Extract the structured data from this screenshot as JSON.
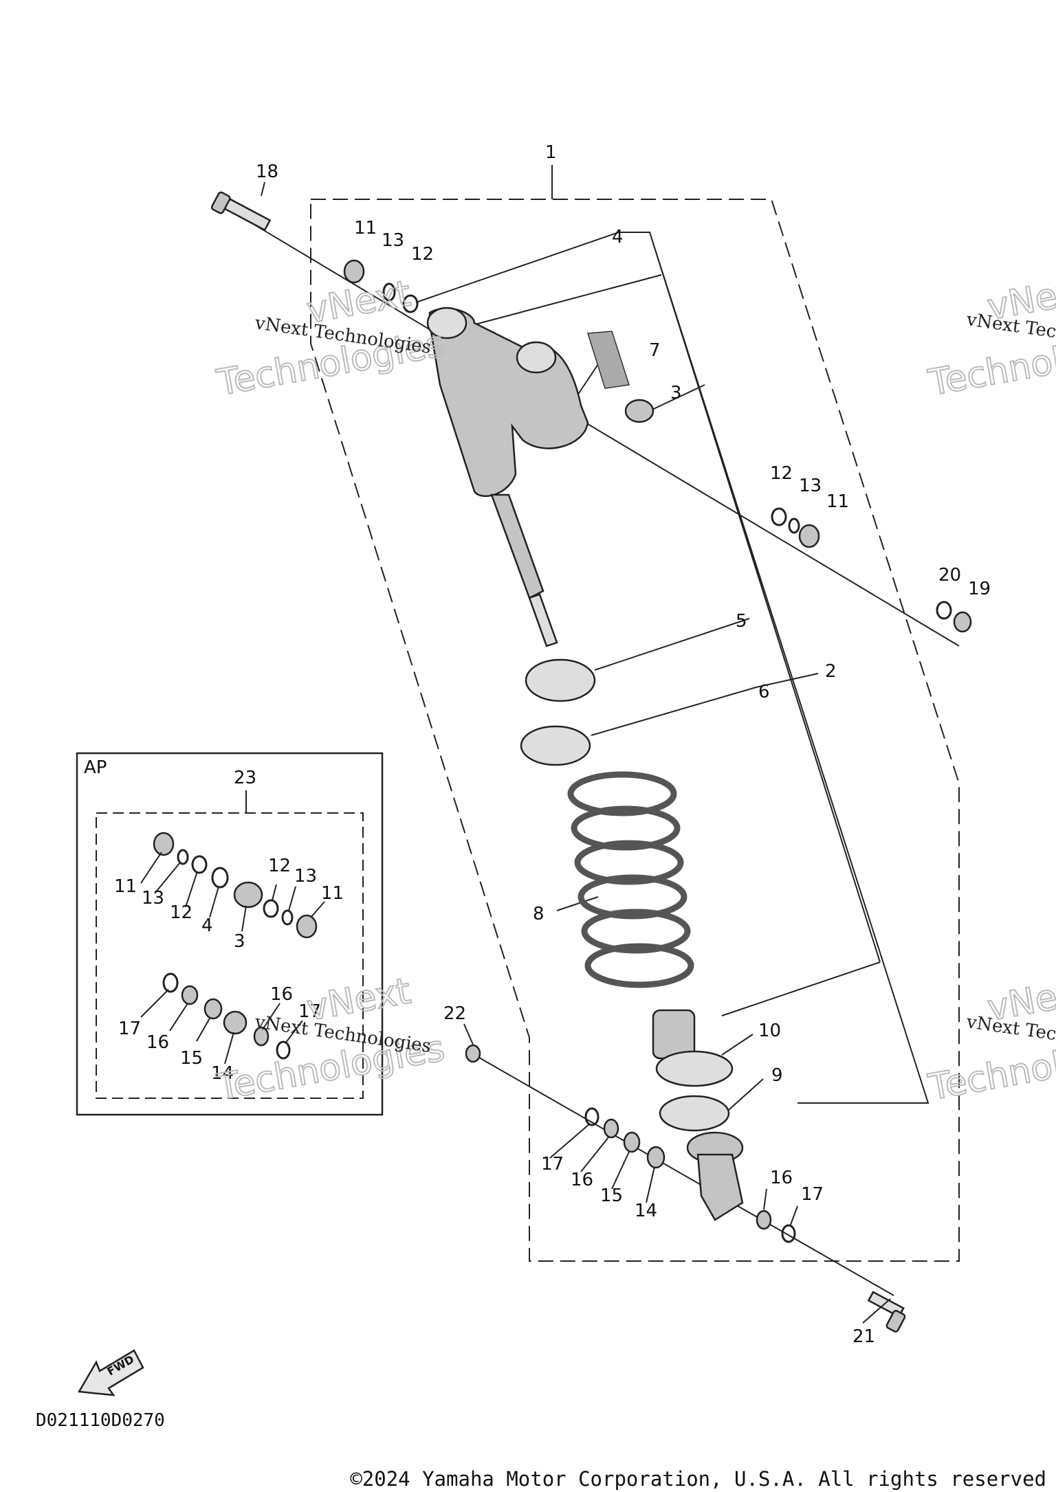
{
  "labels": {
    "l1": "1",
    "l2": "2",
    "l3": "3",
    "l4": "4",
    "l5": "5",
    "l6": "6",
    "l7": "7",
    "l8": "8",
    "l9": "9",
    "l10": "10",
    "l11a": "11",
    "l11b": "11",
    "l12a": "12",
    "l12b": "12",
    "l13a": "13",
    "l13b": "13",
    "l14": "14",
    "l15": "15",
    "l16a": "16",
    "l16b": "16",
    "l17a": "17",
    "l17b": "17",
    "l18": "18",
    "l19": "19",
    "l20": "20",
    "l21": "21",
    "l22": "22",
    "l23": "23"
  },
  "ap_panel": {
    "title": "AP",
    "l11a": "11",
    "l13a": "13",
    "l12a": "12",
    "l4": "4",
    "l3": "3",
    "l12b": "12",
    "l13b": "13",
    "l11b": "11",
    "l17a": "17",
    "l16a": "16",
    "l15": "15",
    "l14": "14",
    "l16b": "16",
    "l17b": "17"
  },
  "watermarks": {
    "line1": "vNext Technologies",
    "line2": "Technologies",
    "line3": "vNext"
  },
  "fwd_arrow": {
    "label": "FWD",
    "icon": "forward-arrow-icon"
  },
  "diagram_code": "D021110D0270",
  "copyright": "©2024 Yamaha Motor Corporation, U.S.A. All rights reserved"
}
